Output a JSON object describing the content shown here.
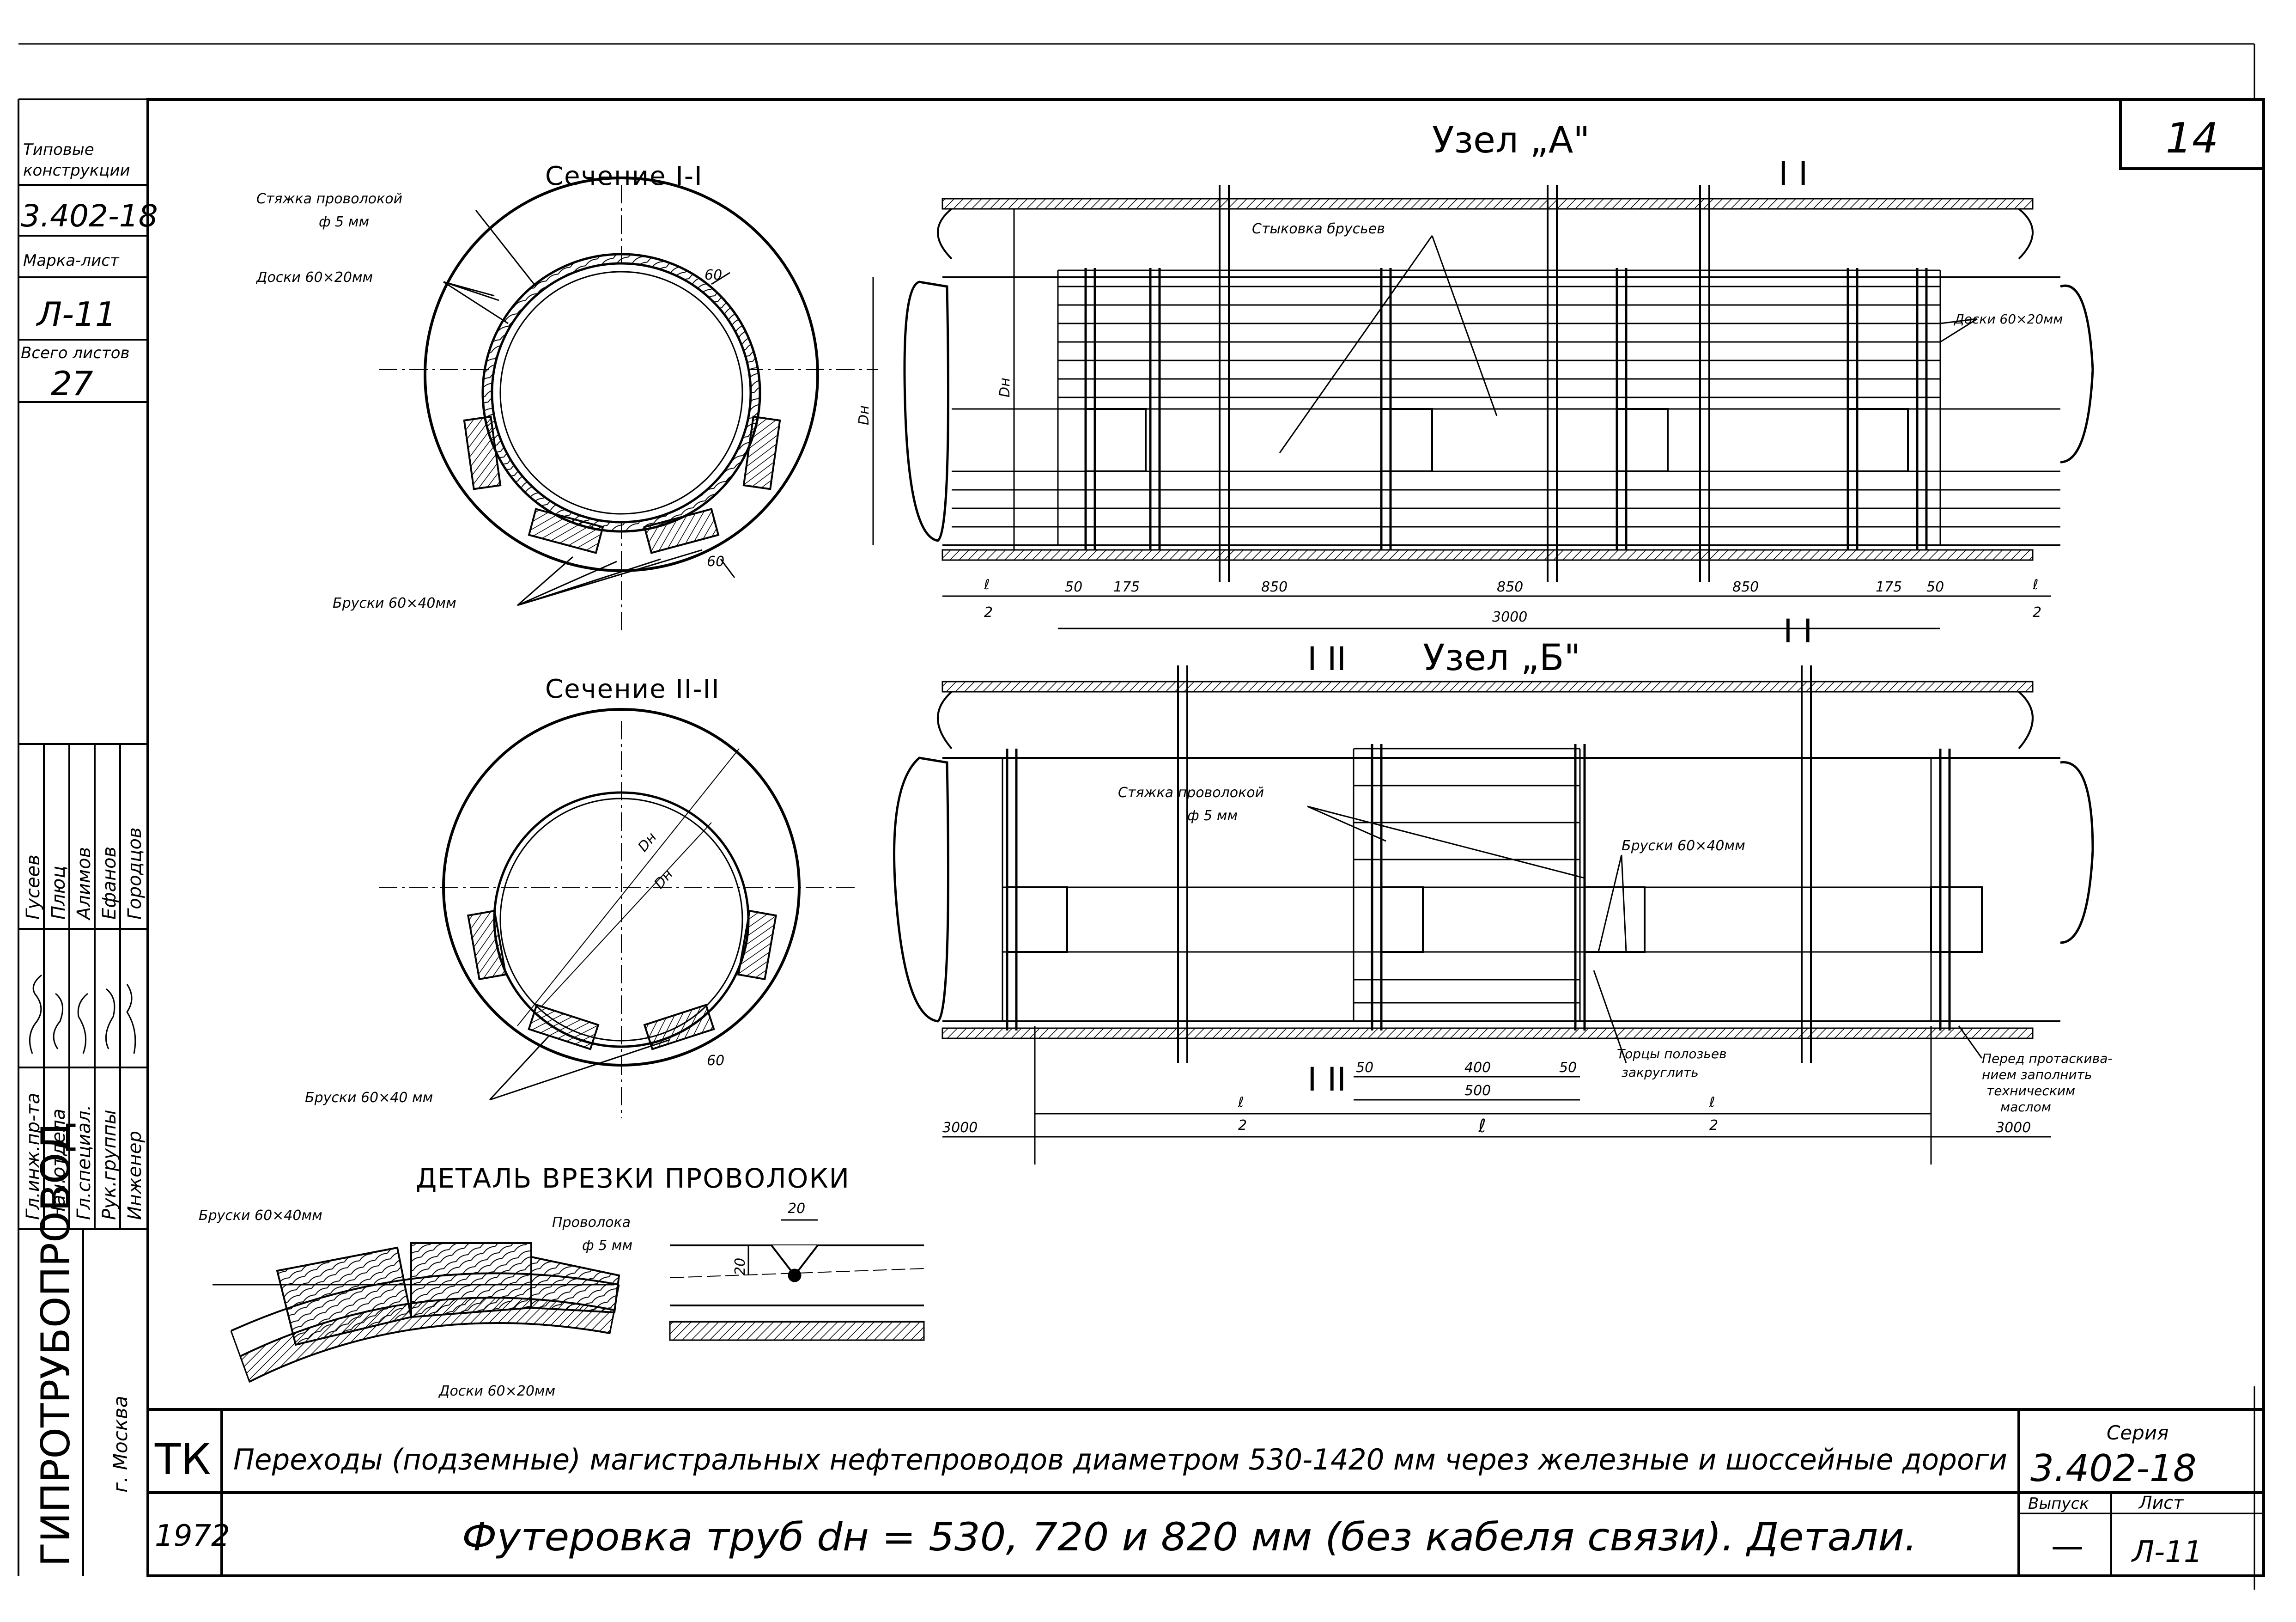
{
  "sheet_number": "14",
  "left_stamp": {
    "type_label_1": "Типовые",
    "type_label_2": "конструкции",
    "series": "3.402-18",
    "mark_label": "Марка-лист",
    "mark": "Л-11",
    "total_label": "Всего листов",
    "total": "27"
  },
  "signatures": {
    "roles": [
      "Гл.инж.пр-та",
      "Нач.отдела",
      "Гл.специал.",
      "Рук.группы",
      "Инженер"
    ],
    "names": [
      "Гусеев",
      "Плюц",
      "Алимов",
      "Ефанов",
      "Городцов"
    ]
  },
  "organization": {
    "name": "ГИПРОТРУБОПРОВОД",
    "city": "г. Москва"
  },
  "title_block": {
    "code": "ТК",
    "year": "1972",
    "project_title": "Переходы (подземные) магистральных нефтепроводов диаметром 530-1420 мм через железные и шоссейные дороги",
    "sheet_title": "Футеровка труб dн = 530, 720 и 820 мм (без кабеля связи). Детали.",
    "series_label": "Серия",
    "series": "3.402-18",
    "issue_label": "Выпуск",
    "issue": "—",
    "sheet_label": "Лист",
    "sheet": "Л-11"
  },
  "section_1": {
    "title": "Сечение I-I",
    "callout_wire": "Стяжка проволокой",
    "callout_wire_size": "ф 5 мм",
    "callout_boards": "Доски 60×20мм",
    "callout_bars": "Бруски 60×40мм",
    "dim_60_top": "60",
    "dim_60_bottom": "60"
  },
  "section_2": {
    "title": "Сечение II-II",
    "dim_dn_outer": "Dн",
    "dim_dn_inner": "Dн",
    "callout_bars": "Бруски 60×40 мм",
    "dim_60": "60"
  },
  "detail": {
    "title": "ДЕТАЛЬ ВРЕЗКИ ПРОВОЛОКИ",
    "callout_bars": "Бруски 60×40мм",
    "callout_wire": "Проволока",
    "callout_wire_size": "ф 5 мм",
    "callout_boards": "Доски 60×20мм",
    "dim_20_top": "20",
    "dim_20_side": "20"
  },
  "node_a": {
    "title": "Узел „А\"",
    "section_mark": "I I",
    "callout_joint": "Стыковка брусьев",
    "callout_boards": "Доски 60×20мм",
    "dim_dn_left": "Dн",
    "dim_dn_inner": "Dн",
    "dims": [
      "50",
      "175",
      "850",
      "850",
      "850",
      "175",
      "50"
    ],
    "dim_total": "3000",
    "dim_l_left": "ℓ",
    "dim_l_left_den": "2",
    "dim_l_right": "ℓ",
    "dim_l_right_den": "2"
  },
  "node_b": {
    "title": "Узел „Б\"",
    "section_mark_top_left": "I II",
    "section_mark_top_right": "I I",
    "section_mark_bottom": "I II",
    "callout_wire": "Стяжка проволокой",
    "callout_wire_size": "ф 5 мм",
    "callout_bars": "Бруски 60×40мм",
    "callout_ends": "Торцы полозьев",
    "callout_ends_2": "закруглить",
    "callout_oil": "Перед протаскива-",
    "callout_oil_2": "нием заполнить",
    "callout_oil_3": "техническим",
    "callout_oil_4": "маслом",
    "dim_50_left": "50",
    "dim_400": "400",
    "dim_50_right": "50",
    "dim_500": "500",
    "dim_l_half": "ℓ",
    "dim_l_half_den": "2",
    "dim_l_half_2": "ℓ",
    "dim_l_half_2_den": "2",
    "dim_l": "ℓ",
    "dim_3000_left": "3000",
    "dim_3000_right": "3000"
  }
}
